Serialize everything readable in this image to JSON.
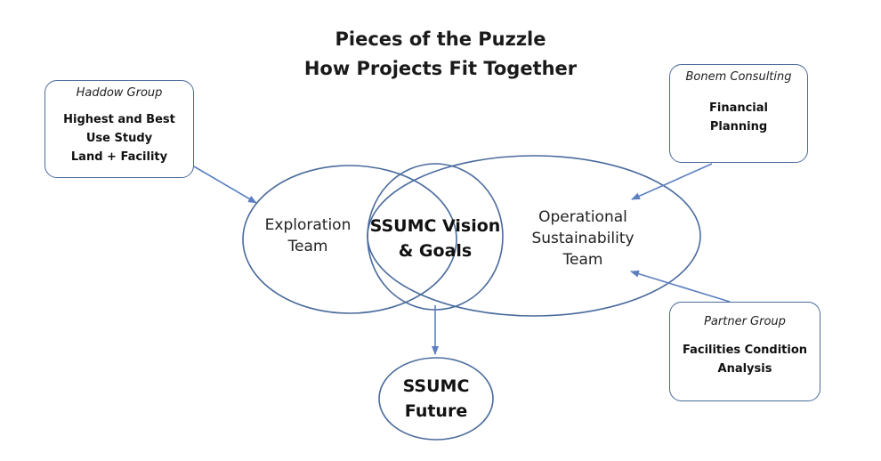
{
  "title": {
    "line1": "Pieces of the Puzzle",
    "line2": "How Projects Fit Together"
  },
  "boxes": {
    "haddow": {
      "vendor": "Haddow Group",
      "desc_lines": [
        "Highest and Best",
        "Use Study",
        "Land + Facility"
      ]
    },
    "bonem": {
      "vendor": "Bonem Consulting",
      "desc_lines": [
        "Financial",
        "Planning"
      ]
    },
    "partner": {
      "vendor": "Partner Group",
      "desc_lines": [
        "Facilities Condition",
        "Analysis"
      ]
    }
  },
  "ellipses": {
    "exploration": [
      "Exploration",
      "Team"
    ],
    "vision": [
      "SSUMC Vision",
      "& Goals"
    ],
    "operational": [
      "Operational",
      "Sustainability",
      "Team"
    ],
    "future": [
      "SSUMC",
      "Future"
    ]
  },
  "colors": {
    "stroke": "#4a6b9c",
    "arrow": "#5b7fc0"
  }
}
